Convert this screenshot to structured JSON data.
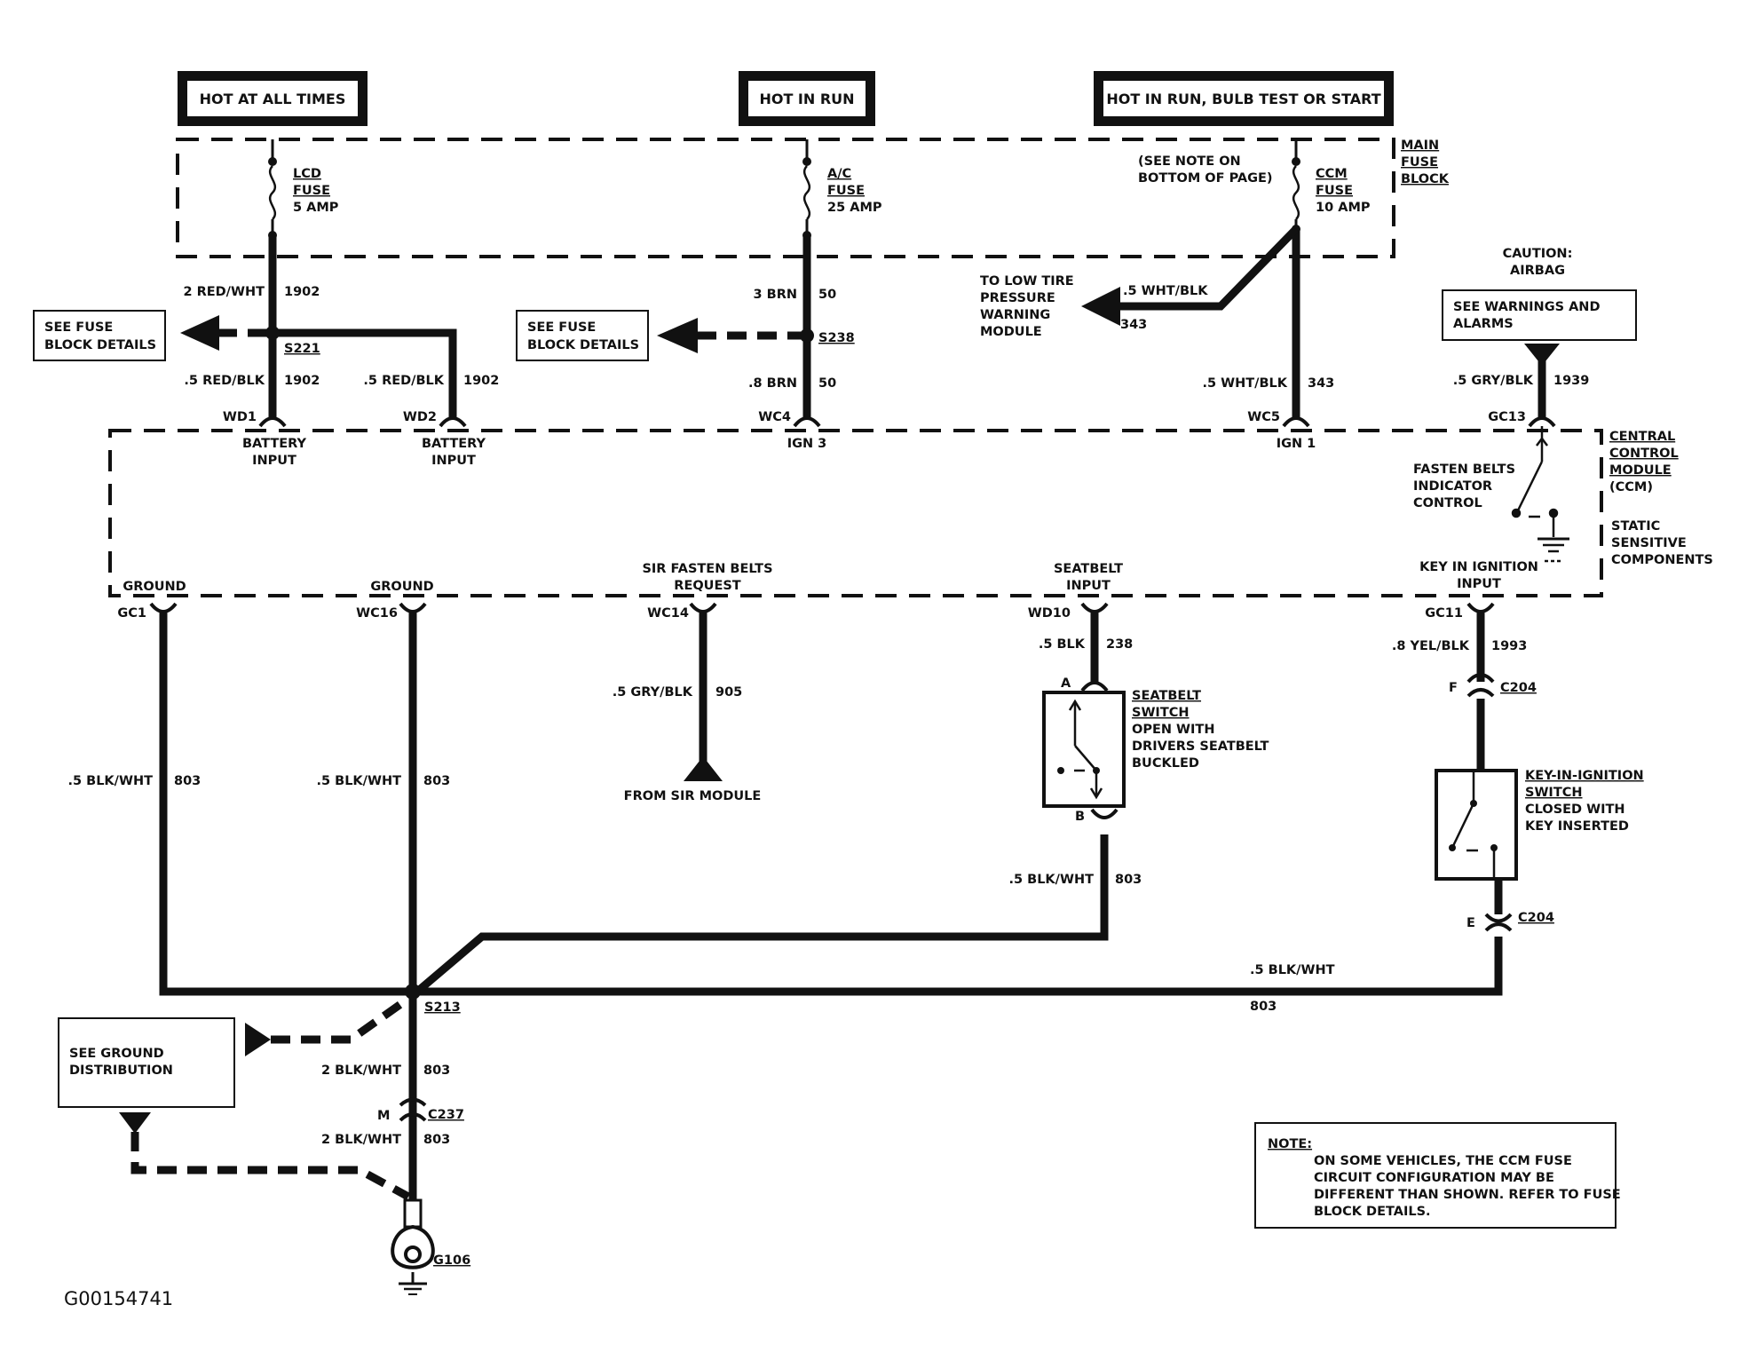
{
  "power_sources": {
    "hot_all_times": "HOT AT ALL TIMES",
    "hot_in_run": "HOT IN RUN",
    "hot_run_bulb_start": "HOT IN RUN, BULB TEST OR START"
  },
  "main_fuse_block": {
    "label": [
      "MAIN",
      "FUSE",
      "BLOCK"
    ],
    "see_note": [
      "(SEE NOTE ON",
      "BOTTOM OF PAGE)"
    ],
    "fuses": [
      {
        "name": [
          "LCD",
          "FUSE"
        ],
        "rating": "5 AMP"
      },
      {
        "name": [
          "A/C",
          "FUSE"
        ],
        "rating": "25 AMP"
      },
      {
        "name": [
          "CCM",
          "FUSE"
        ],
        "rating": "10 AMP"
      }
    ]
  },
  "fuse_circuit": {
    "lcd_wire_top": {
      "color": "2 RED/WHT",
      "circuit": "1902"
    },
    "lcd_wire_wd1": {
      "color": ".5 RED/BLK",
      "circuit": "1902"
    },
    "lcd_wire_wd2": {
      "color": ".5 RED/BLK",
      "circuit": "1902"
    },
    "splice_s221": "S221",
    "see_fuse_block_1": [
      "SEE FUSE",
      "BLOCK DETAILS"
    ],
    "ac_wire_top": {
      "color": "3 BRN",
      "circuit": "50"
    },
    "ac_wire_bottom": {
      "color": ".8 BRN",
      "circuit": "50"
    },
    "splice_s238": "S238",
    "see_fuse_block_2": [
      "SEE FUSE",
      "BLOCK DETAILS"
    ],
    "ccm_wire_branch": {
      "color": ".5 WHT/BLK",
      "circuit": "343"
    },
    "ccm_wire_down": {
      "color": ".5 WHT/BLK",
      "circuit": "343"
    },
    "low_tire": [
      "TO LOW TIRE",
      "PRESSURE",
      "WARNING",
      "MODULE"
    ]
  },
  "caution": {
    "title": [
      "CAUTION:",
      "AIRBAG"
    ],
    "box": [
      "SEE WARNINGS AND",
      "ALARMS"
    ],
    "wire": {
      "color": ".5 GRY/BLK",
      "circuit": "1939"
    }
  },
  "ccm": {
    "label": [
      "CENTRAL",
      "CONTROL",
      "MODULE",
      "(CCM)"
    ],
    "static": [
      "STATIC",
      "SENSITIVE",
      "COMPONENTS"
    ],
    "fasten_belts": [
      "FASTEN BELTS",
      "INDICATOR",
      "CONTROL"
    ],
    "top_pins": [
      {
        "id": "WD1",
        "name": [
          "BATTERY",
          "INPUT"
        ]
      },
      {
        "id": "WD2",
        "name": [
          "BATTERY",
          "INPUT"
        ]
      },
      {
        "id": "WC4",
        "name": [
          "IGN 3"
        ]
      },
      {
        "id": "WC5",
        "name": [
          "IGN 1"
        ]
      },
      {
        "id": "GC13",
        "name": []
      }
    ],
    "bottom_pins": [
      {
        "id": "GC1",
        "name": [
          "GROUND"
        ]
      },
      {
        "id": "WC16",
        "name": [
          "GROUND"
        ]
      },
      {
        "id": "WC14",
        "name": [
          "SIR FASTEN BELTS",
          "REQUEST"
        ]
      },
      {
        "id": "WD10",
        "name": [
          "SEATBELT",
          "INPUT"
        ]
      },
      {
        "id": "GC11",
        "name": [
          "KEY IN IGNITION",
          "INPUT"
        ]
      }
    ]
  },
  "lower_wires": {
    "gc1": {
      "color": ".5 BLK/WHT",
      "circuit": "803"
    },
    "wc16": {
      "color": ".5 BLK/WHT",
      "circuit": "803"
    },
    "wc14": {
      "color": ".5 GRY/BLK",
      "circuit": "905"
    },
    "from_sir": "FROM SIR MODULE",
    "wd10": {
      "color": ".5 BLK",
      "circuit": "238"
    },
    "seatbelt_b": {
      "color": ".5 BLK/WHT",
      "circuit": "803"
    },
    "gc11": {
      "color": ".8 YEL/BLK",
      "circuit": "1993"
    },
    "bus": {
      "color": ".5 BLK/WHT",
      "circuit": "803"
    },
    "s213_down": {
      "color": "2 BLK/WHT",
      "circuit": "803"
    },
    "c237_down": {
      "color": "2 BLK/WHT",
      "circuit": "803"
    }
  },
  "seatbelt_switch": {
    "label": [
      "SEATBELT",
      "SWITCH"
    ],
    "desc": [
      "OPEN WITH",
      "DRIVERS SEATBELT",
      "BUCKLED"
    ],
    "pin_a": "A",
    "pin_b": "B"
  },
  "key_switch": {
    "label": [
      "KEY-IN-IGNITION",
      "SWITCH"
    ],
    "desc": [
      "CLOSED WITH",
      "KEY INSERTED"
    ],
    "conn_f": "F",
    "conn_e": "E",
    "connector": "C204"
  },
  "ground": {
    "splice": "S213",
    "see_ground": [
      "SEE GROUND",
      "DISTRIBUTION"
    ],
    "c237_pin": "M",
    "c237": "C237",
    "g106": "G106"
  },
  "note": {
    "title": "NOTE:",
    "lines": [
      "ON SOME VEHICLES, THE CCM FUSE",
      "CIRCUIT CONFIGURATION MAY BE",
      "DIFFERENT THAN SHOWN.  REFER TO FUSE",
      "BLOCK DETAILS."
    ]
  },
  "figure_id": "G00154741"
}
